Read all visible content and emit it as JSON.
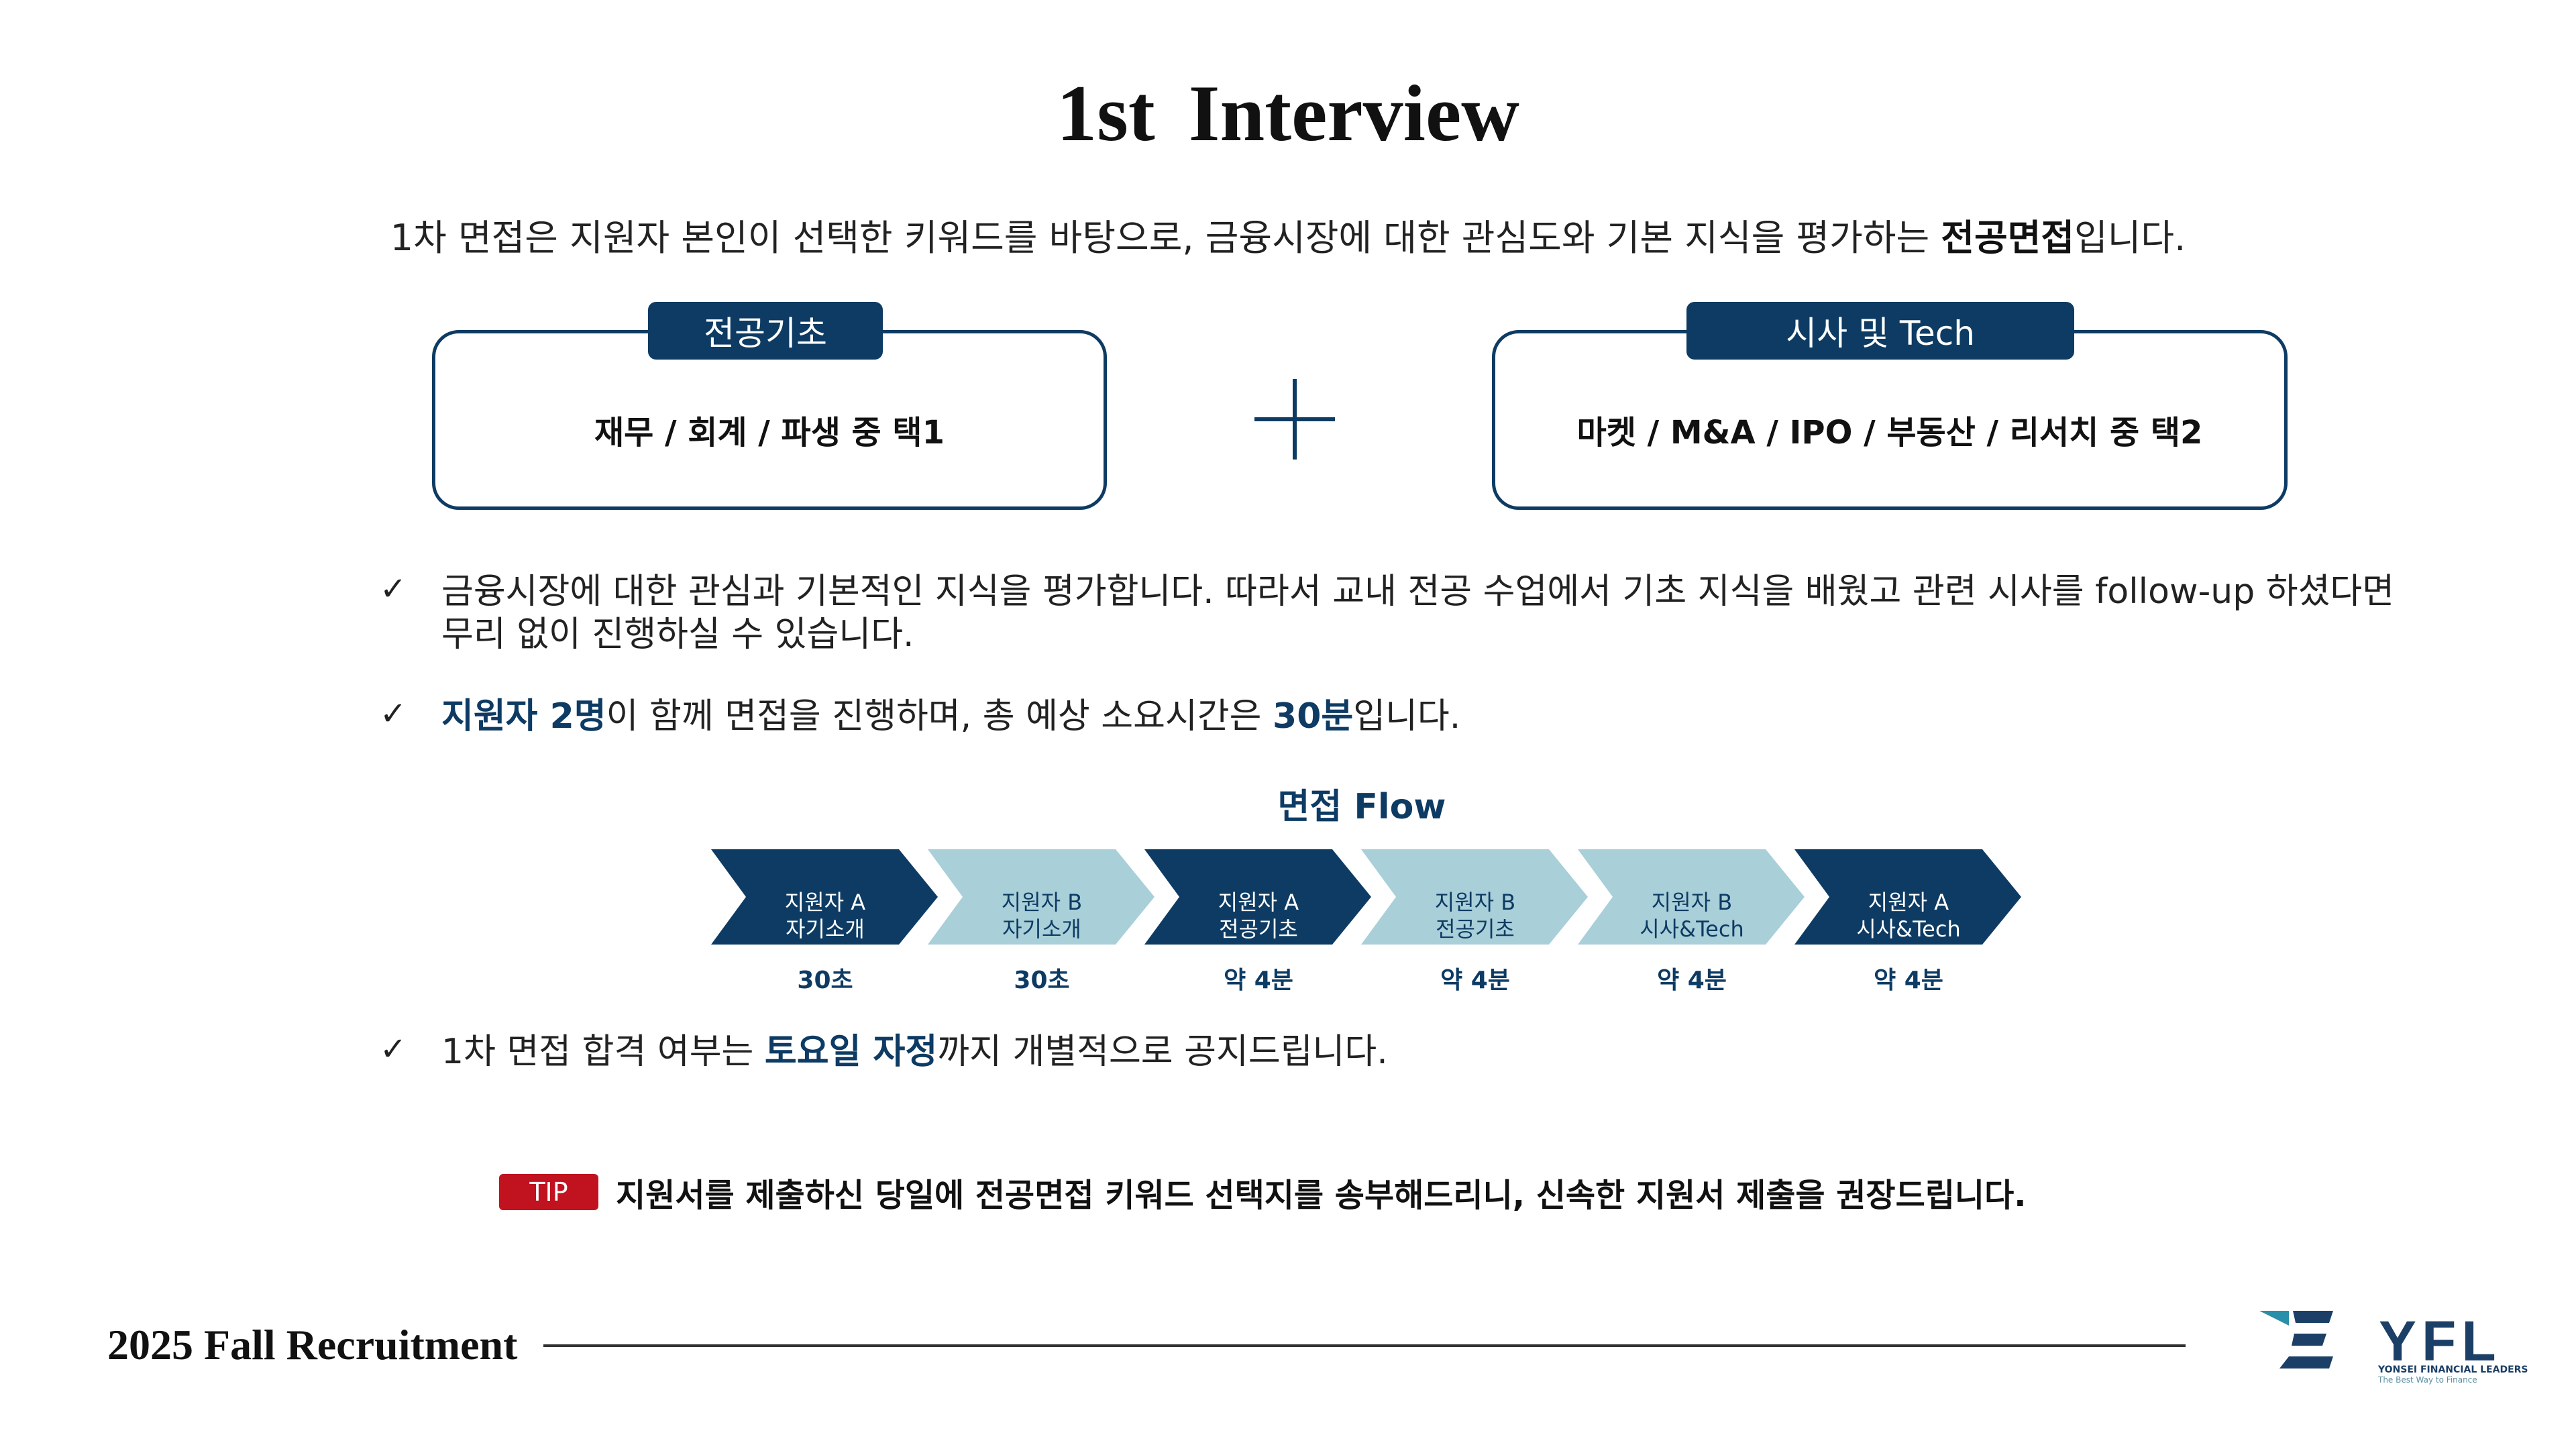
{
  "page": {
    "title": "1st  Interview",
    "intro_prefix": "1차 면접은 지원자 본인이 선택한 키워드를 바탕으로, 금융시장에 대한 관심도와 기본 지식을 평가하는 ",
    "intro_bold": "전공면접",
    "intro_suffix": "입니다."
  },
  "boxes": {
    "left": {
      "tab": "전공기초",
      "text": "재무 / 회계 / 파생 중 택1"
    },
    "right": {
      "tab": "시사 및 Tech",
      "text": "마켓 / M&A / IPO / 부동산 / 리서치 중 택2"
    }
  },
  "checklist": {
    "mark": "✓",
    "item1_line1": "금융시장에 대한 관심과 기본적인 지식을 평가합니다. 따라서 교내 전공 수업에서 기초 지식을 배웠고 관련 시사를 follow-up 하셨다면",
    "item1_line2": "무리 없이 진행하실 수 있습니다.",
    "item2_hl1": "지원자 2명",
    "item2_mid": "이 함께 면접을 진행하며, 총 예상 소요시간은 ",
    "item2_hl2": "30분",
    "item2_end": "입니다.",
    "item3_pre": "1차 면접 합격 여부는 ",
    "item3_hl": "토요일 자정",
    "item3_end": "까지 개별적으로 공지드립니다."
  },
  "flow": {
    "title": "면접 Flow",
    "colors": {
      "dark": "#0d3b63",
      "light": "#a9cfd9"
    },
    "steps": [
      {
        "line1": "지원자 A",
        "line2": "자기소개",
        "duration": "30초",
        "tone": "dark"
      },
      {
        "line1": "지원자 B",
        "line2": "자기소개",
        "duration": "30초",
        "tone": "light"
      },
      {
        "line1": "지원자 A",
        "line2": "전공기초",
        "duration": "약 4분",
        "tone": "dark"
      },
      {
        "line1": "지원자 B",
        "line2": "전공기초",
        "duration": "약 4분",
        "tone": "light"
      },
      {
        "line1": "지원자 B",
        "line2": "시사&Tech",
        "duration": "약 4분",
        "tone": "light"
      },
      {
        "line1": "지원자 A",
        "line2": "시사&Tech",
        "duration": "약 4분",
        "tone": "dark"
      }
    ]
  },
  "tip": {
    "badge": "TIP",
    "text": "지원서를 제출하신 당일에 전공면접 키워드 선택지를 송부해드리니, 신속한 지원서 제출을 권장드립니다."
  },
  "footer": {
    "recruitment": "2025 Fall Recruitment",
    "logo_text": "YFL",
    "logo_sub": "YONSEI FINANCIAL LEADERS",
    "logo_tagline": "The Best Way to Finance"
  }
}
